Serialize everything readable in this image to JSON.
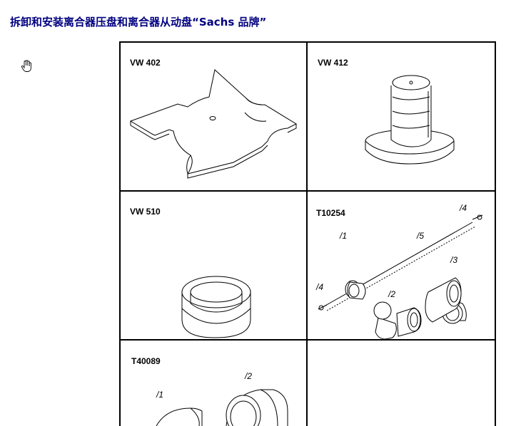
{
  "page": {
    "title": "拆卸和安装离合器压盘和离合器从动盘“Sachs 品牌”"
  },
  "icons": {
    "pointer": "hand-pointer-icon"
  },
  "tools": [
    {
      "code": "VW 402"
    },
    {
      "code": "VW  412"
    },
    {
      "code": "VW 510"
    },
    {
      "code": "T10254",
      "parts": [
        "/4",
        "/1",
        "/5",
        "/3",
        "/4",
        "/2"
      ]
    },
    {
      "code": "T40089",
      "parts": [
        "/2",
        "/1"
      ]
    },
    {
      "code": ""
    }
  ]
}
